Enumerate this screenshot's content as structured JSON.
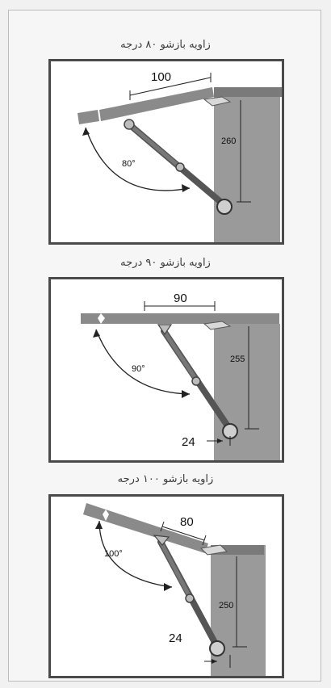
{
  "diagrams": [
    {
      "caption": "زاویه بازشو ۸۰ درجه",
      "top_dimension": "100",
      "vertical_dimension": "260",
      "angle_label": "80°"
    },
    {
      "caption": "زاویه بازشو ۹۰ درجه",
      "top_dimension": "90",
      "vertical_dimension": "255",
      "angle_label": "90°",
      "offset_dimension": "24"
    },
    {
      "caption": "زاویه بازشو ۱۰۰ درجه",
      "top_dimension": "80",
      "vertical_dimension": "250",
      "angle_label": "100°",
      "offset_dimension": "24"
    }
  ]
}
